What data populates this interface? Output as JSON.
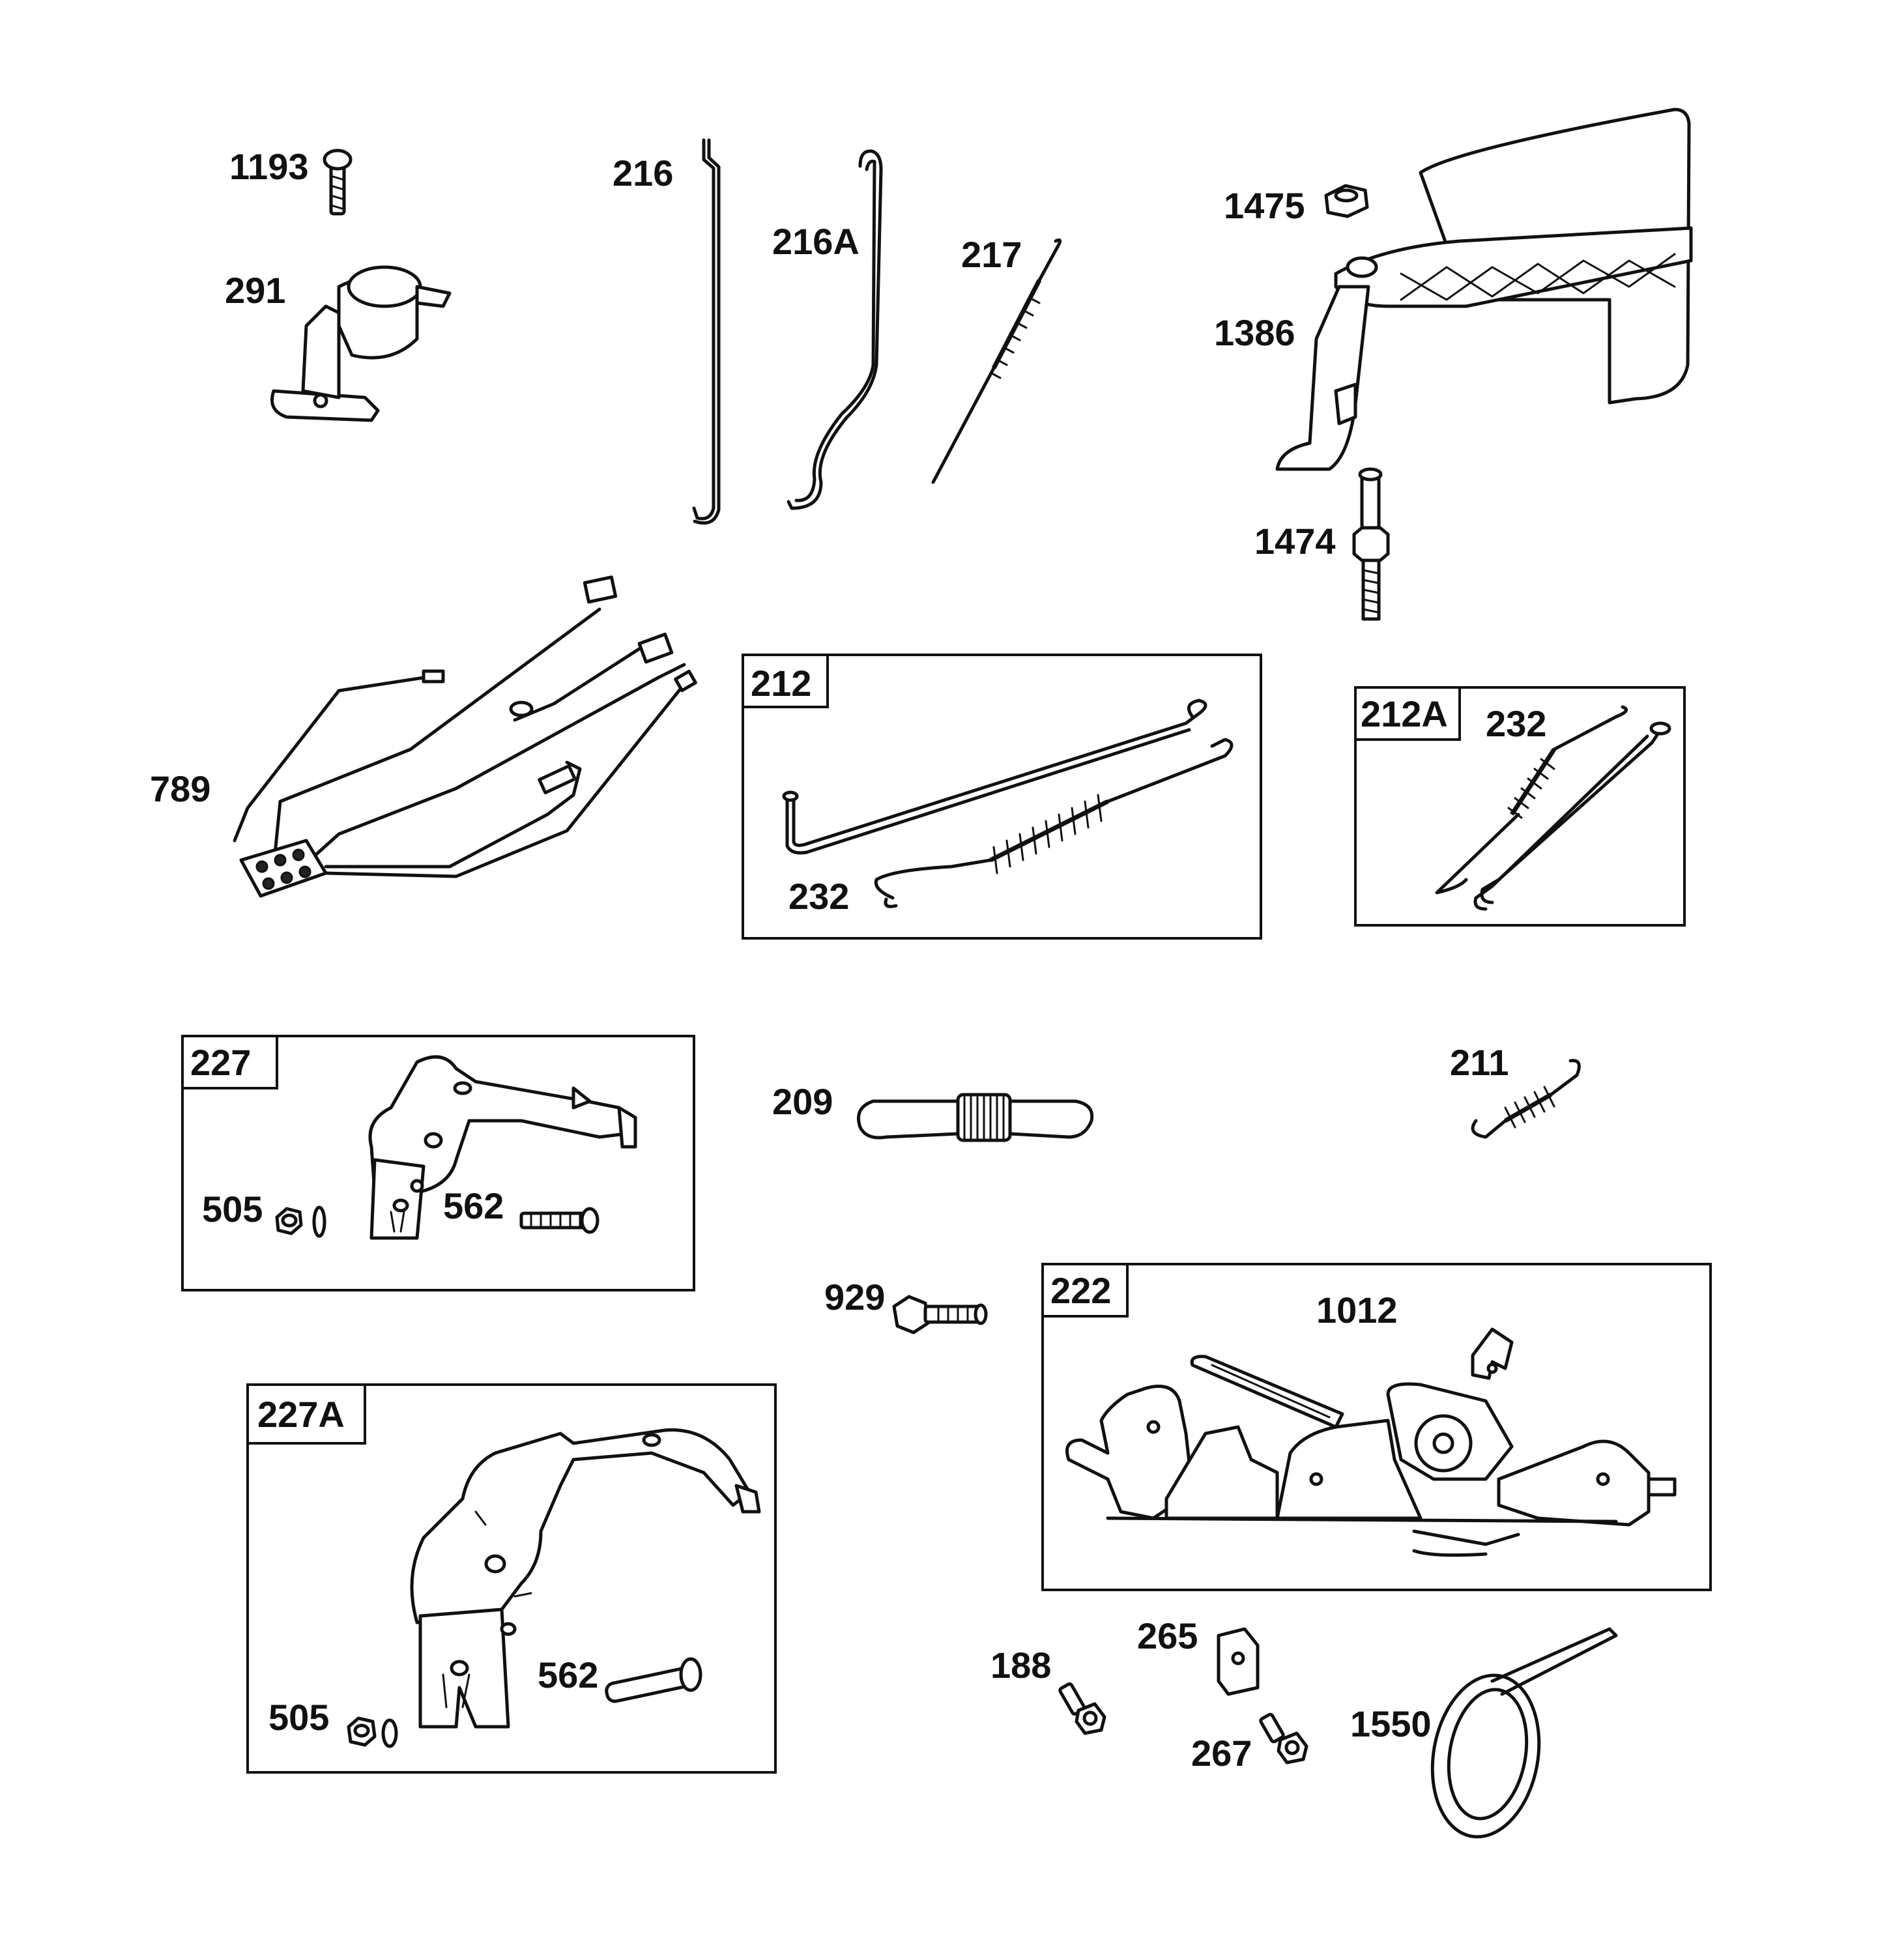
{
  "labels": {
    "p1193": "1193",
    "p291": "291",
    "p216": "216",
    "p216A": "216A",
    "p217": "217",
    "p1475": "1475",
    "p1386": "1386",
    "p1474": "1474",
    "p789": "789",
    "p212": "212",
    "p232_212": "232",
    "p212A": "212A",
    "p232_212A": "232",
    "p227": "227",
    "p505_227": "505",
    "p562_227": "562",
    "p209": "209",
    "p211": "211",
    "p929": "929",
    "p222": "222",
    "p1012": "1012",
    "p227A": "227A",
    "p505_227A": "505",
    "p562_227A": "562",
    "p188": "188",
    "p265": "265",
    "p267": "267",
    "p1550": "1550"
  }
}
